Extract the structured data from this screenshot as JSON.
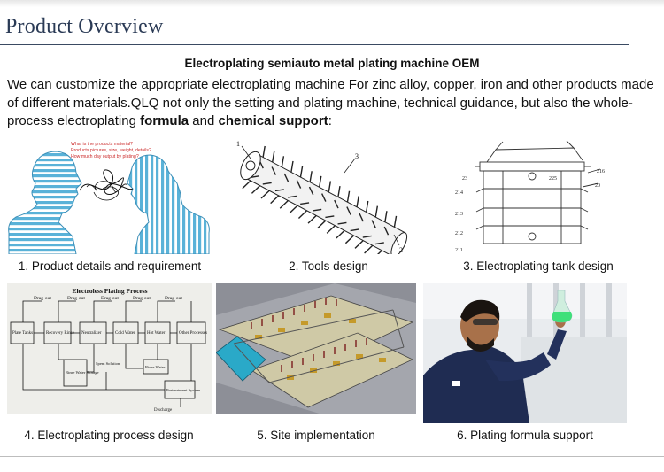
{
  "header": {
    "title": "Product Overview"
  },
  "subtitle": "Electroplating semiauto metal plating machine OEM",
  "intro": {
    "text_1": "We can customize the appropriate electroplating machine For zinc alloy, copper, iron and other products made of different materials.QLQ not only the setting and plating machine, technical guidance, but also the whole-process electroplating ",
    "bold_1": "formula",
    "text_2": " and ",
    "bold_2": "chemical support",
    "text_3": ":"
  },
  "tiles": {
    "t1": {
      "caption": "1. Product details and requirement",
      "question_lines": [
        "What is the products material?",
        "Products pictures, size, weight, details?",
        "How much day output by plating?"
      ]
    },
    "t2": {
      "caption": "2. Tools design",
      "labels": [
        "1",
        "3",
        "2"
      ]
    },
    "t3": {
      "caption": "3. Electroplating tank design",
      "labels": [
        "23",
        "225",
        "216",
        "20",
        "214",
        "213",
        "212",
        "211"
      ]
    },
    "t4": {
      "caption": "4. Electroplating process design",
      "diagram_title": "Electroless Plating Process",
      "drag_outs": [
        "Drag-out",
        "Drag-out",
        "Drag-out",
        "Drag-out",
        "Drag-out"
      ],
      "boxes": [
        "Plate Tanks",
        "Recovery Rinse",
        "Neutralizer",
        "Cold Water",
        "Hot Water",
        "Other Processes",
        "Rinse Water Storage",
        "Spent Solution",
        "Rinse Water",
        "Pretreatment System"
      ],
      "discharge": "Discharge"
    },
    "t5": {
      "caption": "5. Site implementation"
    },
    "t6": {
      "caption": "6. Plating formula support"
    }
  },
  "colors": {
    "header_text": "#2a3a55",
    "stripe_blue": "#5ab2d8",
    "red_text": "#cc2b2b",
    "flask_green": "#3fe07a",
    "coat_navy": "#1f2c52"
  }
}
